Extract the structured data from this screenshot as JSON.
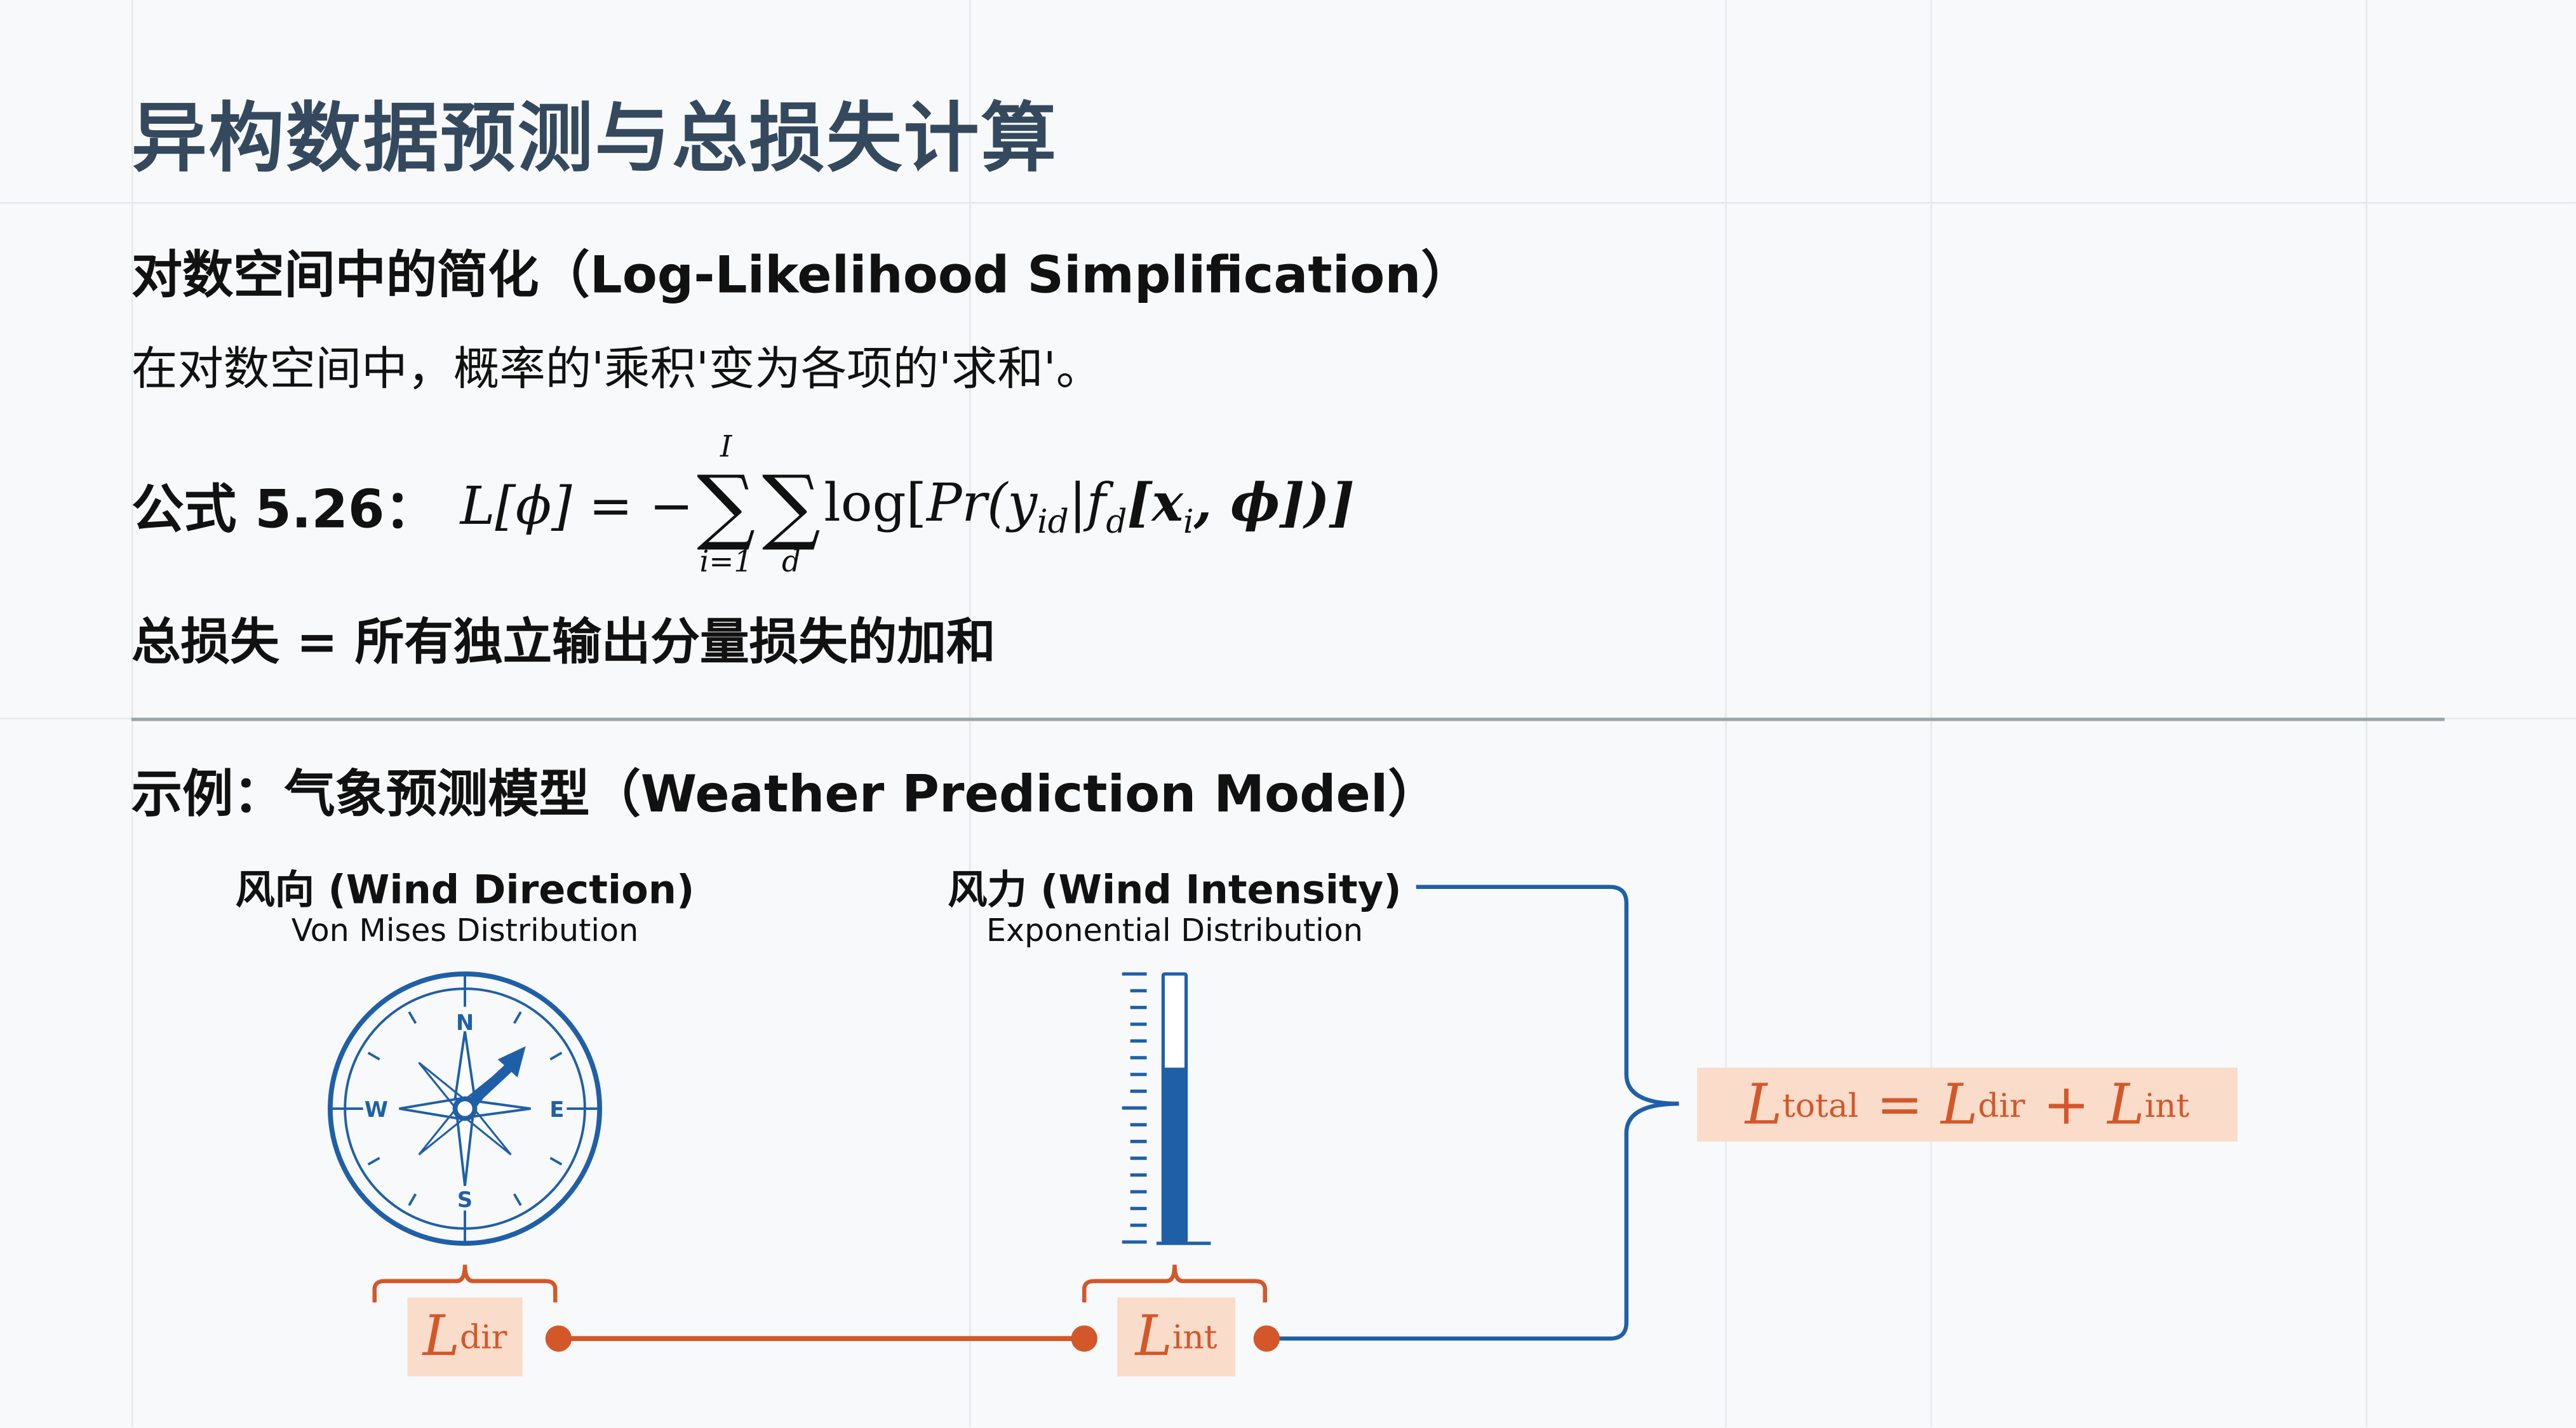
{
  "title": "异构数据预测与总损失计算",
  "subheading": "对数空间中的简化（Log-Likelihood Simplification）",
  "description": "在对数空间中，概率的'乘积'变为各项的'求和'。",
  "formula": {
    "label": "公式 5.26：",
    "lhs": "L[ϕ] = −",
    "sum1_upper": "I",
    "sum1_lower": "i=1",
    "sum2_lower": "d",
    "sigma": "∑",
    "body_log": "log[",
    "body_pr": "Pr",
    "body_y": "(y",
    "body_y_sub": "id",
    "body_f": "|f",
    "body_f_sub": "d",
    "body_x": "[x",
    "body_x_sub": "i",
    "body_end": ", ϕ])]"
  },
  "total_statement": "总损失 = 所有独立输出分量损失的加和",
  "example_heading": "示例：气象预测模型（Weather Prediction Model）",
  "wind_direction": {
    "label": "风向 (Wind Direction)",
    "distribution": "Von Mises Distribution",
    "compass": {
      "n": "N",
      "e": "E",
      "s": "S",
      "w": "W"
    },
    "loss_symbol": "L",
    "loss_sub": "dir"
  },
  "wind_intensity": {
    "label": "风力 (Wind Intensity)",
    "distribution": "Exponential Distribution",
    "gauge_fill_fraction": 0.65,
    "loss_symbol": "L",
    "loss_sub": "int"
  },
  "total_loss": {
    "L": "L",
    "total_sub": "total",
    "eq": " = ",
    "dir_sub": "dir",
    "plus": " + ",
    "int_sub": "int"
  },
  "colors": {
    "blue": "#1f5fa8",
    "orange": "#d4572a",
    "orange_bg": "#fadccb",
    "title": "#34495e"
  }
}
